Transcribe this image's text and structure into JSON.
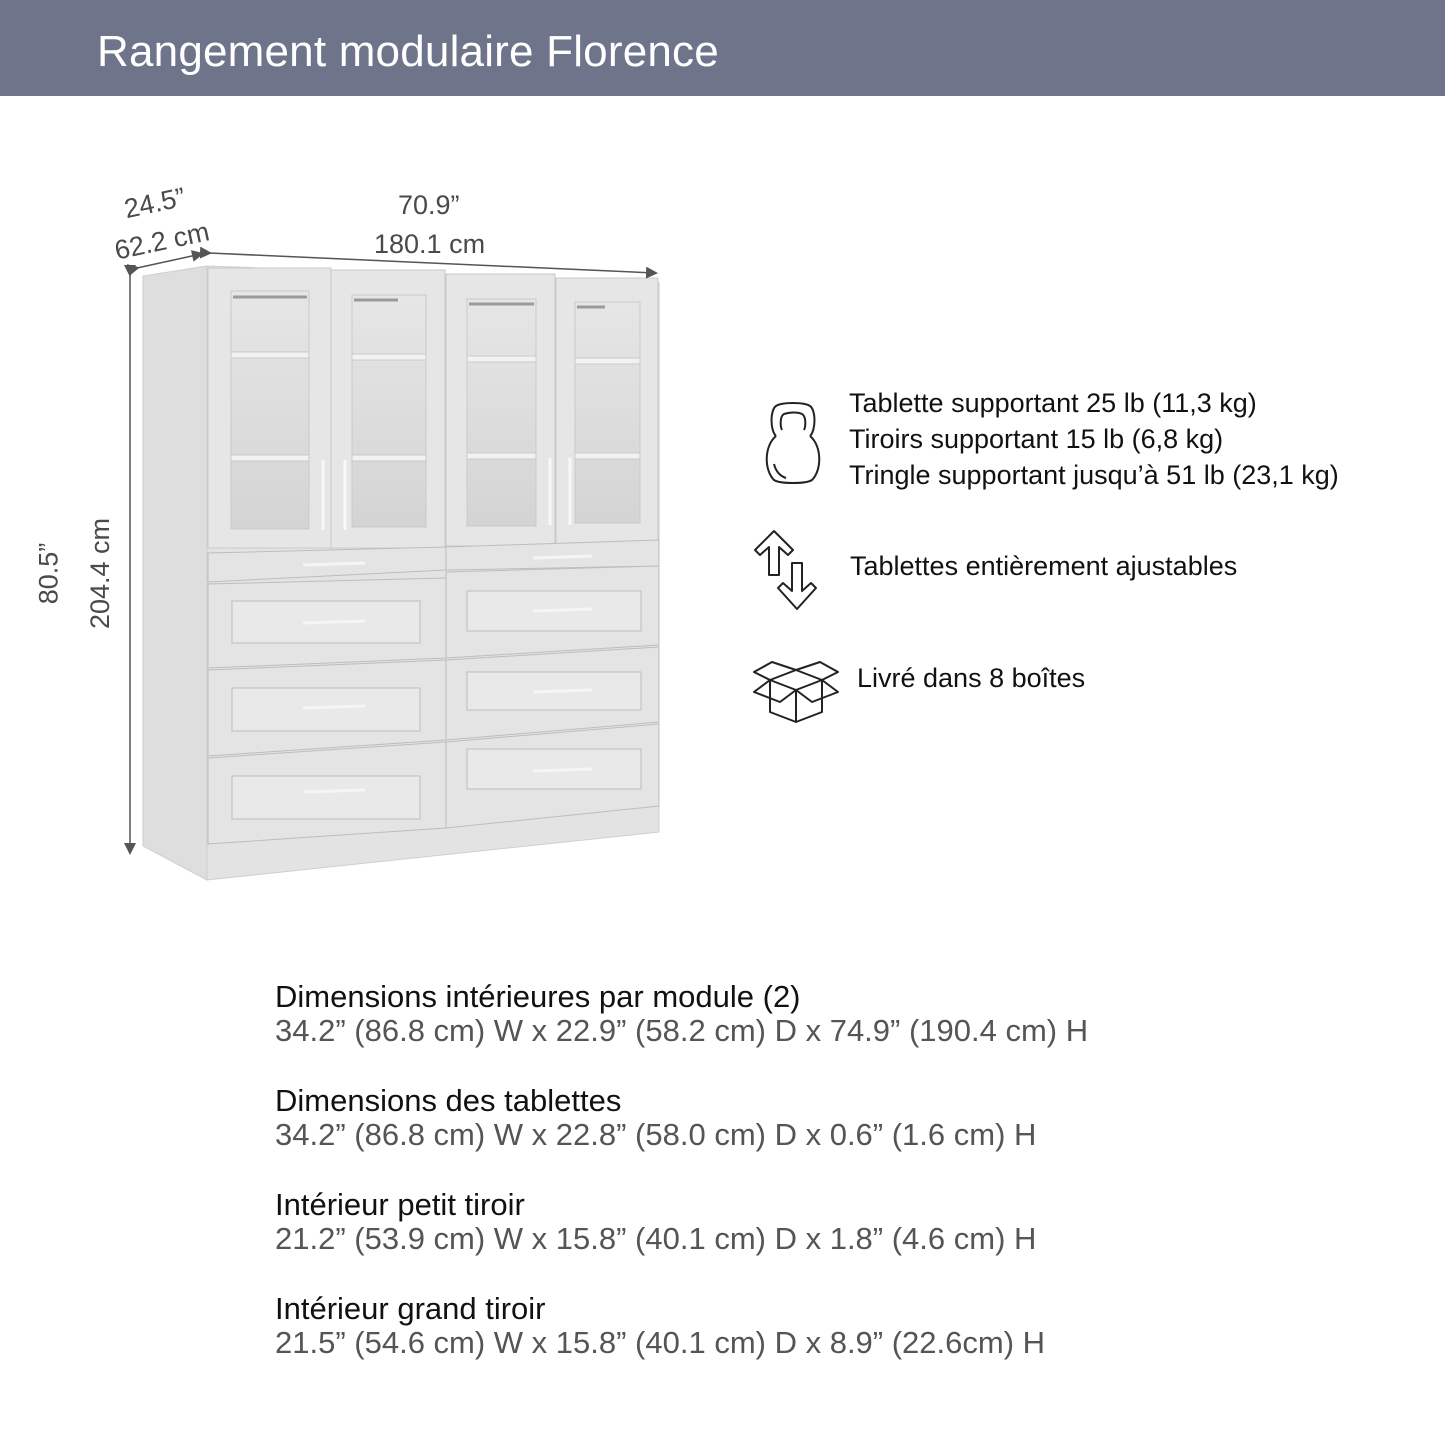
{
  "header": {
    "title": "Rangement modulaire Florence",
    "background_color": "#6e758b"
  },
  "dimensions": {
    "depth_in": "24.5”",
    "depth_cm": "62.2 cm",
    "width_in": "70.9”",
    "width_cm": "180.1 cm",
    "height_in": "80.5”",
    "height_cm": "204.4 cm"
  },
  "product_image": {
    "description": "White modular storage unit with 4 glass doors over 2 small drawers and 6 large drawers",
    "glass_doors": 4,
    "small_drawers": 2,
    "large_drawers": 6
  },
  "features": [
    {
      "icon": "kettlebell-icon",
      "lines": [
        "Tablette supportant 25 lb (11,3 kg)",
        "Tiroirs supportant 15 lb (6,8 kg)",
        "Tringle supportant jusqu’à 51 lb (23,1 kg)"
      ]
    },
    {
      "icon": "up-down-arrows-icon",
      "lines": [
        "Tablettes entièrement ajustables"
      ]
    },
    {
      "icon": "open-box-icon",
      "lines": [
        "Livré dans 8 boîtes"
      ]
    }
  ],
  "specs": [
    {
      "title": "Dimensions intérieures par module (2)",
      "value": "34.2” (86.8 cm) W x 22.9” (58.2 cm) D x 74.9” (190.4 cm) H"
    },
    {
      "title": "Dimensions des tablettes",
      "value": "34.2” (86.8 cm) W x 22.8” (58.0 cm) D x 0.6” (1.6 cm) H"
    },
    {
      "title": "Intérieur petit tiroir",
      "value": "21.2” (53.9 cm) W x 15.8” (40.1 cm) D x 1.8” (4.6 cm) H"
    },
    {
      "title": "Intérieur grand tiroir",
      "value": "21.5” (54.6 cm) W x 15.8” (40.1 cm) D x 8.9” (22.6cm) H"
    }
  ]
}
